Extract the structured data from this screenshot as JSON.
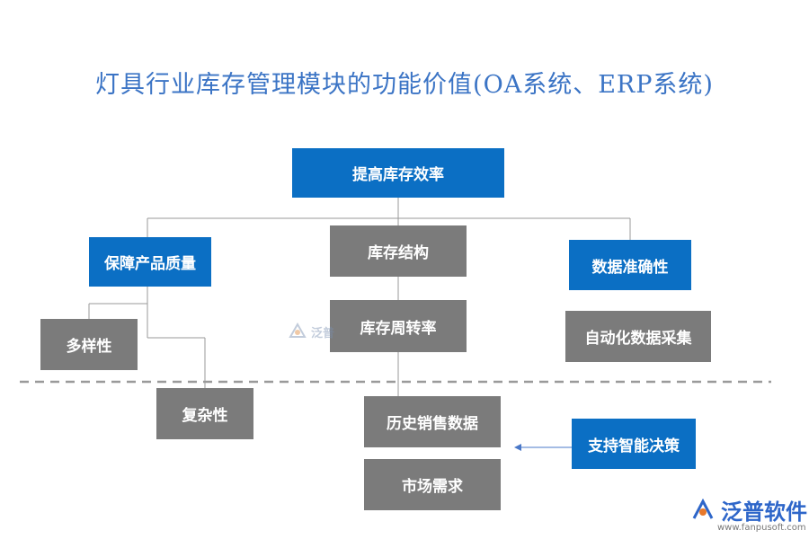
{
  "title": "灯具行业库存管理模块的功能价值(OA系统、ERP系统)",
  "nodes": {
    "root": "提高库存效率",
    "quality": "保障产品质量",
    "diversity": "多样性",
    "complexity": "复杂性",
    "structure": "库存结构",
    "turnover": "库存周转率",
    "sales": "历史销售数据",
    "market": "市场需求",
    "accuracy": "数据准确性",
    "auto_collect": "自动化数据采集",
    "decision": "支持智能决策"
  },
  "watermark": "泛普",
  "logo": {
    "name": "泛普软件",
    "url": "www.fanpusoft.com"
  },
  "colors": {
    "blue": "#0b6fc4",
    "gray": "#7b7b7b",
    "title": "#3b74c5",
    "line": "#9a9a9a"
  }
}
